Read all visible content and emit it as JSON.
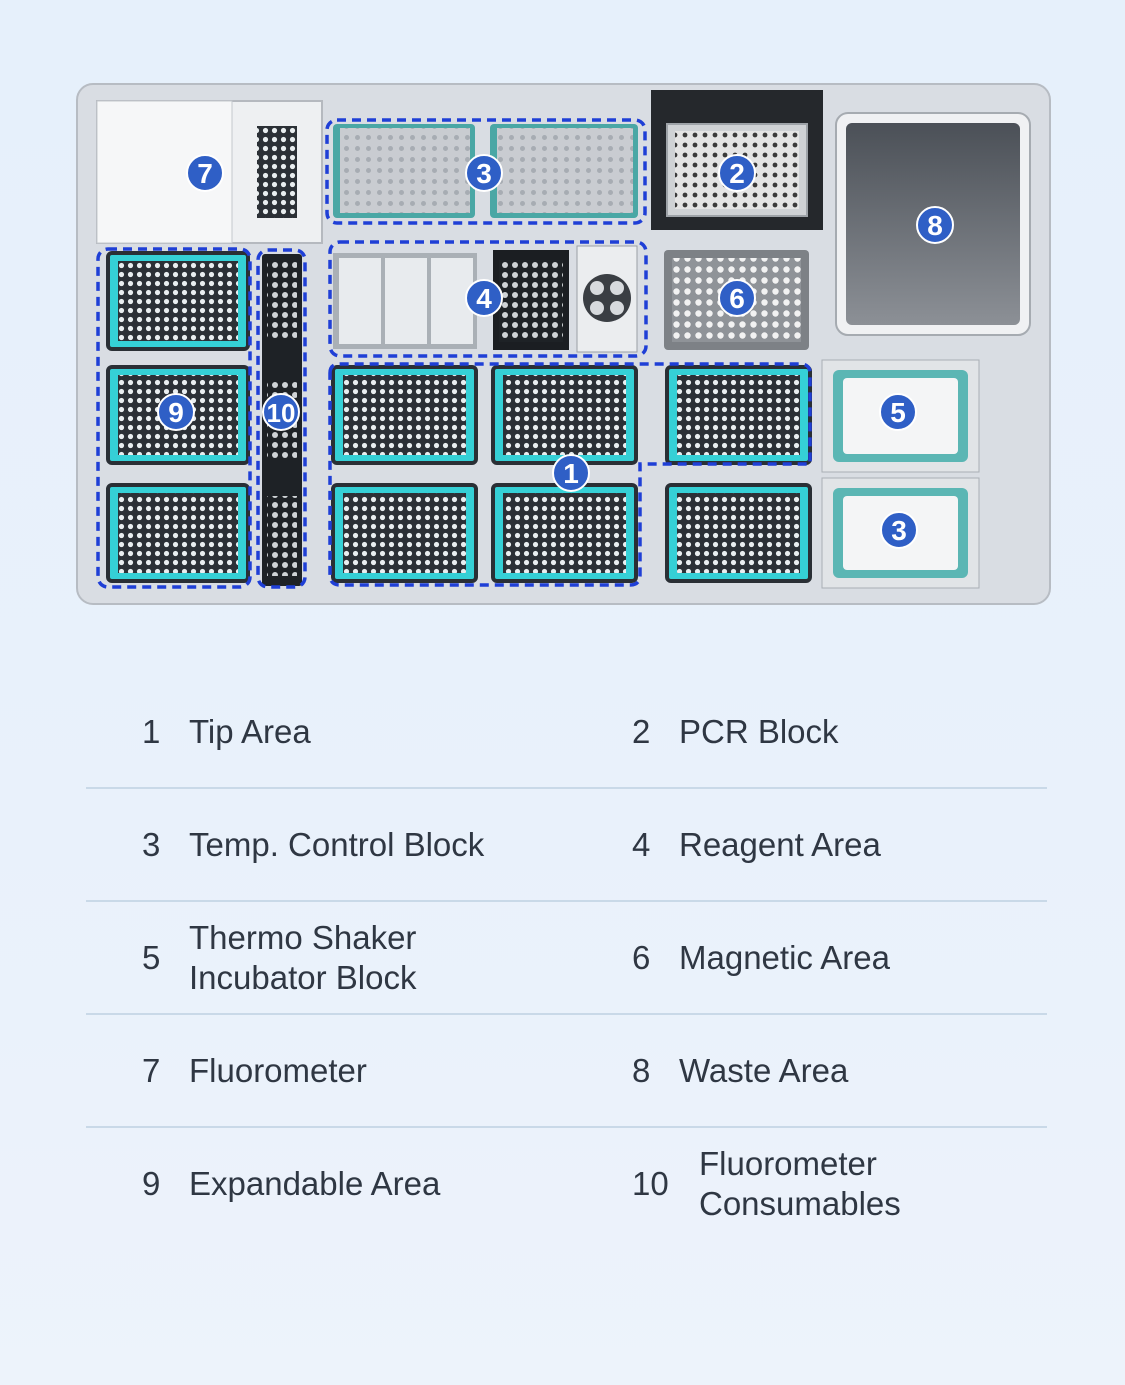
{
  "deck": {
    "markers": [
      {
        "number": "1",
        "color": "#2f5fc6"
      },
      {
        "number": "2",
        "color": "#2f5fc6"
      },
      {
        "number": "3",
        "color": "#2f5fc6"
      },
      {
        "number": "3",
        "color": "#2f5fc6"
      },
      {
        "number": "4",
        "color": "#2f5fc6"
      },
      {
        "number": "5",
        "color": "#2f5fc6"
      },
      {
        "number": "6",
        "color": "#2f5fc6"
      },
      {
        "number": "7",
        "color": "#2f5fc6"
      },
      {
        "number": "8",
        "color": "#2f5fc6"
      },
      {
        "number": "9",
        "color": "#2f5fc6"
      },
      {
        "number": "10",
        "color": "#2f5fc6"
      }
    ],
    "colors": {
      "tip_cyan": "#35d0d6",
      "outline_blue": "#1f3fd6",
      "deck_gray": "#d9dde3"
    }
  },
  "legend": {
    "items": [
      {
        "number": "1",
        "label": "Tip Area"
      },
      {
        "number": "2",
        "label": "PCR Block"
      },
      {
        "number": "3",
        "label": "Temp. Control Block"
      },
      {
        "number": "4",
        "label": "Reagent Area"
      },
      {
        "number": "5",
        "label": "Thermo Shaker Incubator Block"
      },
      {
        "number": "6",
        "label": "Magnetic Area"
      },
      {
        "number": "7",
        "label": "Fluorometer"
      },
      {
        "number": "8",
        "label": "Waste Area"
      },
      {
        "number": "9",
        "label": "Expandable Area"
      },
      {
        "number": "10",
        "label": "Fluorometer Consumables"
      }
    ]
  }
}
